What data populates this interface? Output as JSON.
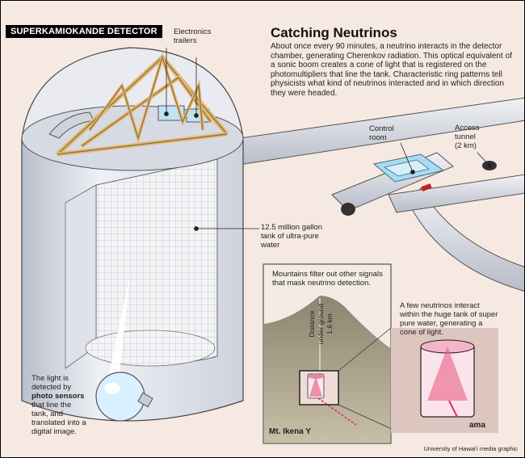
{
  "badge": "SUPERKAMIOKANDE DETECTOR",
  "title": "Catching Neutrinos",
  "description": "About once every 90 minutes, a neutrino interacts in the detector chamber, generating Cherenkov radiation. This optical equivalent of a sonic boom creates a cone of light that is registered on the photomultipliers that line the tank. Characteristic ring patterns tell physicists what kind of neutrinos interacted and in which direction they were headed.",
  "labels": {
    "electronics_1": "Electronics",
    "electronics_2": "trailers",
    "control_1": "Control",
    "control_2": "room",
    "access_1": "Access",
    "access_2": "tunnel",
    "access_3": "(2 km)",
    "tank_1": "12.5 million gallon",
    "tank_2": "tank of ultra-pure",
    "tank_3": "water",
    "mountains_1": "Mountains filter out other signals",
    "mountains_2": "that mask neutrino detection.",
    "distance_1": "Distance",
    "distance_2": "under ground",
    "distance_3": "1.6 km",
    "mountain_name": "Mt. Ikena Y",
    "few_1": "A few neutrinos interact",
    "few_2": "within the huge tank of super",
    "few_3": "pure water, generating a",
    "few_4": "cone of light.",
    "ama": "ama",
    "light_1": "The light is",
    "light_2": "detected by",
    "light_3": "photo sensors",
    "light_4": "that line the",
    "light_5": "tank, and",
    "light_6": "translated into a",
    "light_7": "digital image."
  },
  "credit": "University of Hawai'i media graphic",
  "colors": {
    "background": "#f6e9e1",
    "tank": "#e3e6ee",
    "truss": "#e2b876",
    "water_light": "#9fd2ec",
    "mountain": "#a39a84",
    "cone": "#e8557a"
  }
}
